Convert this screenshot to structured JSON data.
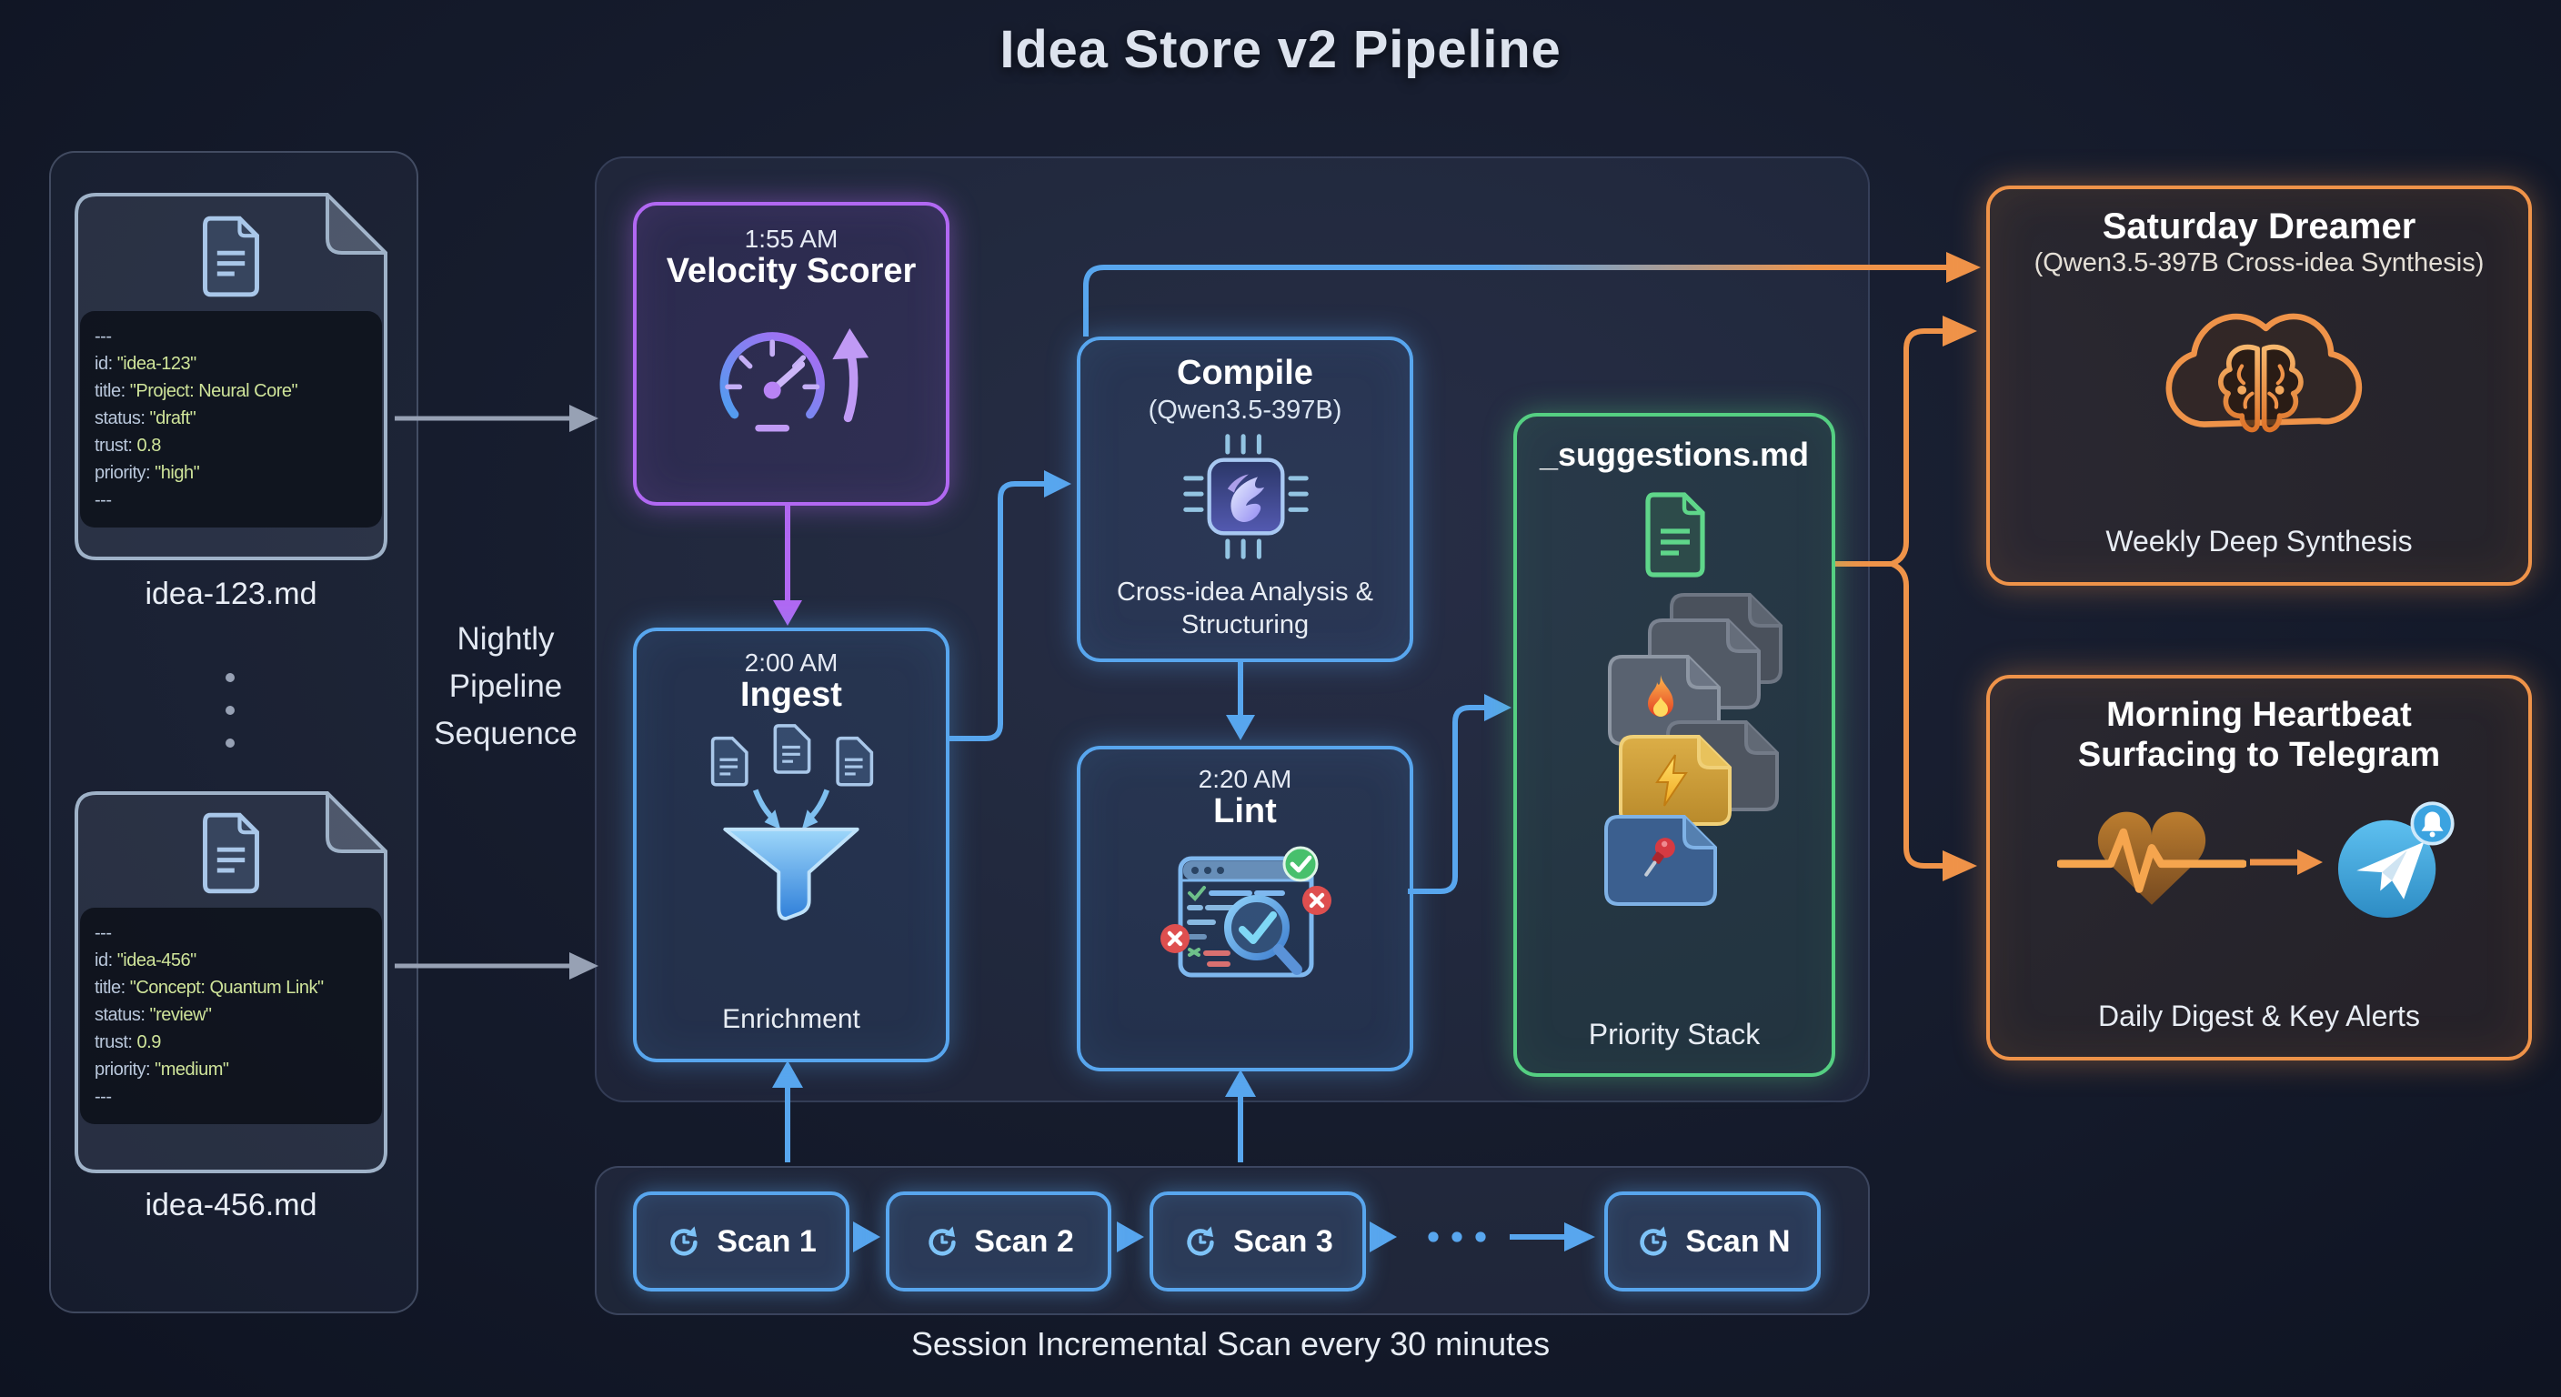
{
  "title": "Idea Store v2 Pipeline",
  "left_panel": {
    "flow_label": "Nightly Pipeline Sequence",
    "files": [
      {
        "filename": "idea-123.md",
        "yaml": [
          {
            "t": "---"
          },
          {
            "k": "id:",
            "v": "\"idea-123\""
          },
          {
            "k": "title:",
            "v": "\"Project: Neural Core\""
          },
          {
            "k": "status:",
            "v": "\"draft\""
          },
          {
            "k": "trust:",
            "v": "0.8"
          },
          {
            "k": "priority:",
            "v": "\"high\""
          },
          {
            "t": "---"
          }
        ]
      },
      {
        "filename": "idea-456.md",
        "yaml": [
          {
            "t": "---"
          },
          {
            "k": "id:",
            "v": "\"idea-456\""
          },
          {
            "k": "title:",
            "v": "\"Concept: Quantum Link\""
          },
          {
            "k": "status:",
            "v": "\"review\""
          },
          {
            "k": "trust:",
            "v": "0.9"
          },
          {
            "k": "priority:",
            "v": "\"medium\""
          },
          {
            "t": "---"
          }
        ]
      }
    ]
  },
  "pipeline": {
    "velocity_scorer": {
      "time": "1:55 AM",
      "title": "Velocity Scorer"
    },
    "ingest": {
      "time": "2:00 AM",
      "title": "Ingest",
      "caption": "Enrichment"
    },
    "compile": {
      "title": "Compile",
      "subtitle": "(Qwen3.5-397B)",
      "caption": "Cross-idea Analysis & Structuring"
    },
    "lint": {
      "time": "2:20 AM",
      "title": "Lint"
    },
    "suggestions": {
      "title": "_suggestions.md",
      "caption": "Priority Stack",
      "stack_icons": [
        "flame",
        "bolt",
        "pushpin"
      ]
    }
  },
  "outputs": {
    "dreamer": {
      "title": "Saturday Dreamer",
      "subtitle": "(Qwen3.5-397B Cross-idea Synthesis)",
      "caption": "Weekly Deep Synthesis"
    },
    "heartbeat": {
      "title": "Morning Heartbeat Surfacing to Telegram",
      "caption": "Daily Digest & Key Alerts"
    }
  },
  "scans": {
    "items": [
      "Scan 1",
      "Scan 2",
      "Scan 3",
      "Scan N"
    ],
    "caption": "Session Incremental Scan every 30 minutes"
  },
  "colors": {
    "blue": "#58a6ee",
    "purple": "#b168f2",
    "green": "#55cf82",
    "orange": "#ef9349",
    "gray_arrow": "#97a1b4"
  }
}
